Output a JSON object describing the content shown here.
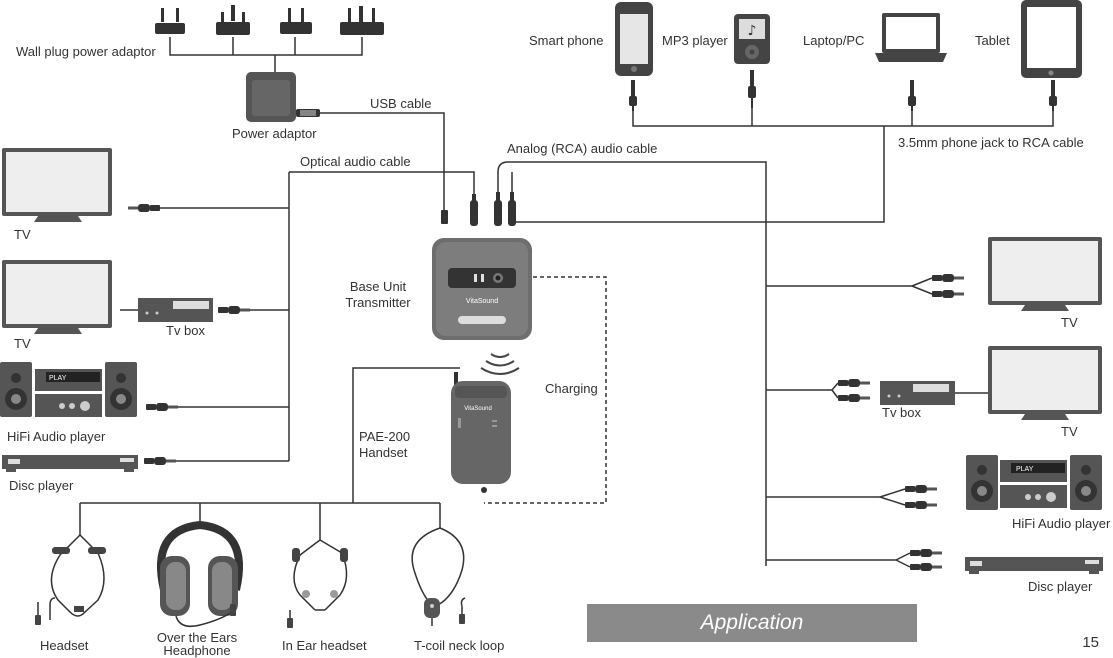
{
  "labels": {
    "wall_plug": "Wall plug power adaptor",
    "power_adaptor": "Power adaptor",
    "usb_cable": "USB cable",
    "optical_cable": "Optical audio cable",
    "analog_cable": "Analog (RCA) audio cable",
    "phone_jack_cable": "3.5mm phone jack to RCA cable",
    "smart_phone": "Smart phone",
    "mp3_player": "MP3 player",
    "laptop": "Laptop/PC",
    "tablet": "Tablet",
    "tv_left_1": "TV",
    "tv_left_2": "TV",
    "tv_box_left": "Tv box",
    "hifi_left": "HiFi Audio player",
    "disc_left": "Disc player",
    "base_unit": "Base Unit",
    "transmitter": "Transmitter",
    "charging": "Charging",
    "pae_200": "PAE-200",
    "handset": "Handset",
    "tv_right_1": "TV",
    "tv_box_right": "Tv box",
    "tv_right_2": "TV",
    "hifi_right": "HiFi Audio player",
    "disc_right": "Disc player",
    "headset": "Headset",
    "over_ears_1": "Over the Ears",
    "over_ears_2": "Headphone",
    "in_ear": "In Ear headset",
    "tcoil": "T-coil neck loop"
  },
  "device_text": {
    "play_left": "PLAY",
    "play_right": "PLAY",
    "brand": "VitaSound"
  },
  "banner": "Application",
  "page_number": "15"
}
